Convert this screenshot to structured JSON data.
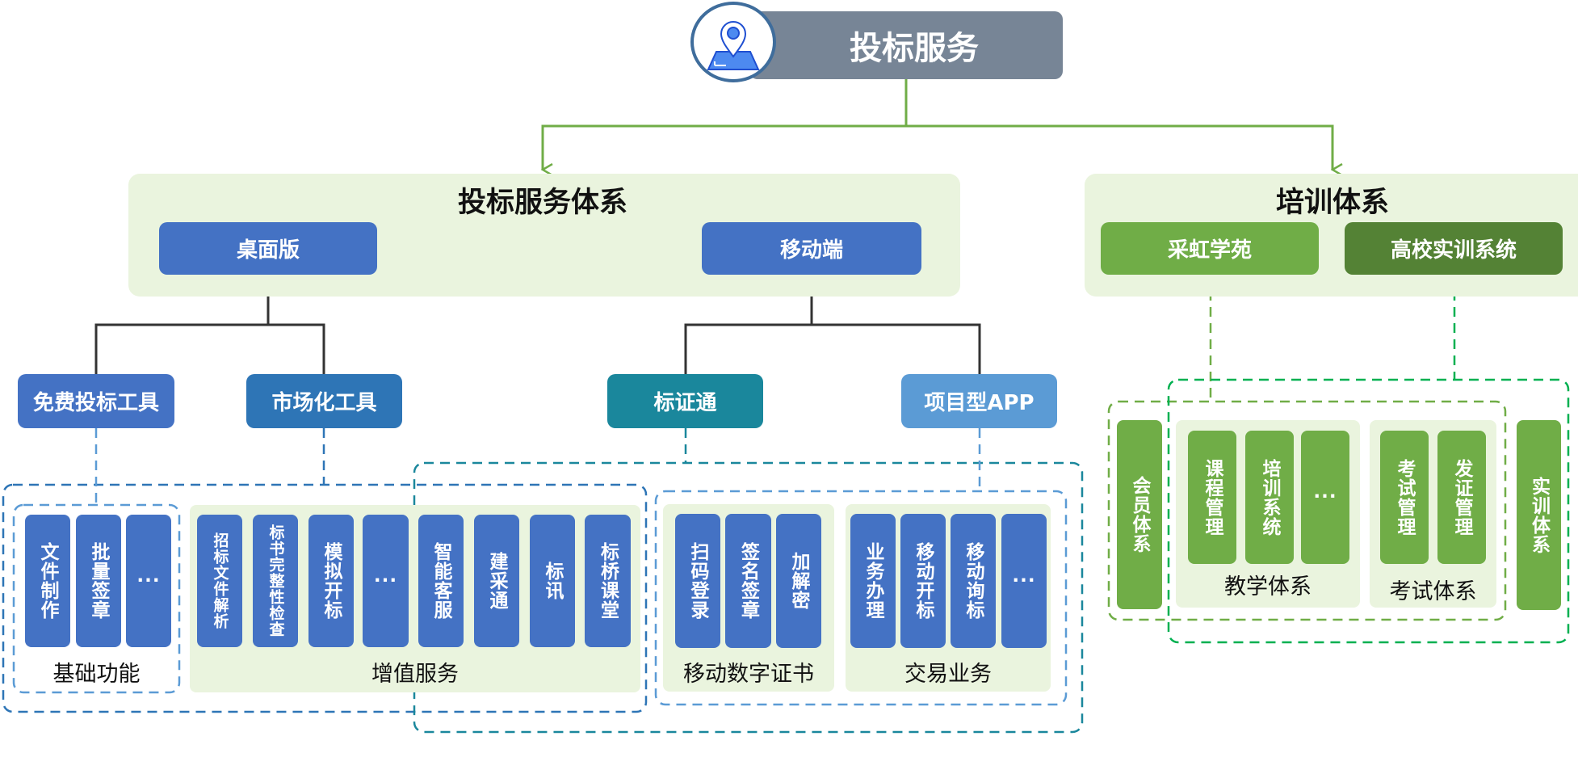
{
  "root": {
    "title": "投标服务",
    "icon": "map-location-pin-icon"
  },
  "bid_system": {
    "title": "投标服务体系",
    "desktop": {
      "label": "桌面版",
      "free_tools": {
        "label": "免费投标工具",
        "group_label": "基础功能",
        "items": [
          "文件制作",
          "批量签章",
          "…"
        ]
      },
      "market_tools": {
        "label": "市场化工具"
      }
    },
    "mobile": {
      "label": "移动端",
      "bzt": {
        "label": "标证通",
        "group_label": "移动数字证书",
        "items": [
          "扫码登录",
          "签名签章",
          "加解密"
        ]
      },
      "project_app": {
        "label": "项目型APP",
        "group_label": "交易业务",
        "items": [
          "业务办理",
          "移动开标",
          "移动询标",
          "…"
        ]
      }
    },
    "value_added": {
      "group_label": "增值服务",
      "items": [
        "招标文件解析",
        "标书完整性检查",
        "模拟开标",
        "…",
        "智能客服",
        "建采通",
        "标讯",
        "标桥课堂"
      ]
    }
  },
  "training_system": {
    "title": "培训体系",
    "caihong": {
      "label": "采虹学苑"
    },
    "university": {
      "label": "高校实训系统"
    },
    "member": {
      "label": "会员体系"
    },
    "teaching": {
      "group_label": "教学体系",
      "items": [
        "课程管理",
        "培训系统",
        "…"
      ]
    },
    "exam": {
      "group_label": "考试体系",
      "items": [
        "考试管理",
        "发证管理"
      ]
    },
    "practice": {
      "label": "实训体系"
    }
  },
  "colors": {
    "root_bar": "#778596",
    "panel_bg": "#eaf4de",
    "blue": "#4472c4",
    "steel_blue": "#2e75b6",
    "teal": "#1a879c",
    "light_blue": "#5b9bd5",
    "green": "#70ad47",
    "dark_green": "#548235",
    "arrow_green": "#70ad47"
  }
}
